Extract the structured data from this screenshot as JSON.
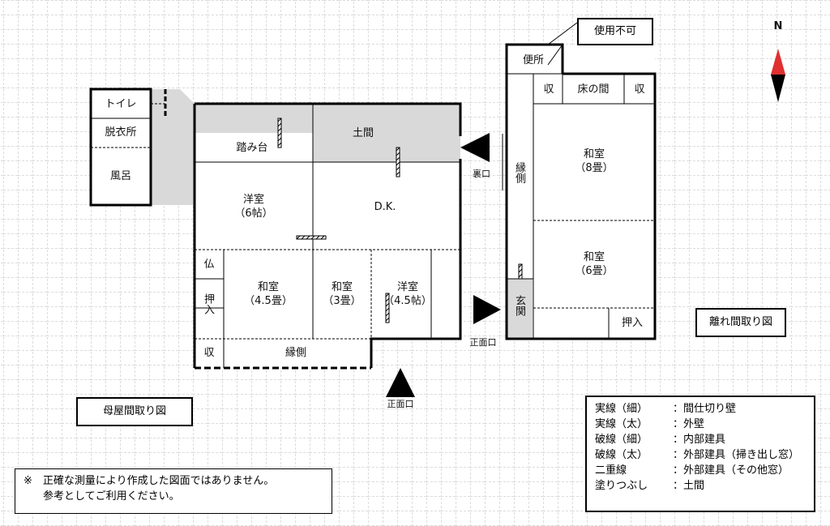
{
  "main_house": {
    "title": "母屋間取り図",
    "rooms": {
      "toilet": "トイレ",
      "dressing": "脱衣所",
      "bath": "風呂",
      "step": "踏み台",
      "doma": "土間",
      "western_room_1": "洋室",
      "western_room_1_size": "（6帖）",
      "dk": "D.K.",
      "altar": "仏",
      "closet": "押入",
      "japanese_room_1": "和室",
      "japanese_room_1_size": "（4.5畳）",
      "japanese_room_2": "和室",
      "japanese_room_2_size": "（3畳）",
      "western_room_2": "洋室",
      "western_room_2_size": "（4.5帖）",
      "storage": "収",
      "veranda": "縁側"
    },
    "entrances": {
      "back": "裏口",
      "front_main": "正面口",
      "front_annex": "正面口"
    }
  },
  "annex": {
    "title": "離れ間取り図",
    "rooms": {
      "toilet": "便所",
      "unusable": "使用不可",
      "storage_left": "収",
      "tokonoma": "床の間",
      "storage_right": "収",
      "veranda": "縁側",
      "japanese_room_8": "和室",
      "japanese_room_8_size": "（8畳）",
      "japanese_room_6": "和室",
      "japanese_room_6_size": "（6畳）",
      "entrance": "玄関",
      "closet": "押入"
    }
  },
  "compass": {
    "label": "N"
  },
  "legend": [
    {
      "key": "実線（細）",
      "value": "：間仕切り壁"
    },
    {
      "key": "実線（太）",
      "value": "：外壁"
    },
    {
      "key": "破線（細）",
      "value": "：内部建具"
    },
    {
      "key": "破線（太）",
      "value": "：外部建具（掃き出し窓）"
    },
    {
      "key": "二重線",
      "value": "：外部建具（その他窓）"
    },
    {
      "key": "塗りつぶし",
      "value": "：土間"
    }
  ],
  "note": {
    "line1": "※　正確な測量により作成した図面ではありません。",
    "line2": "参考としてご利用ください。"
  }
}
